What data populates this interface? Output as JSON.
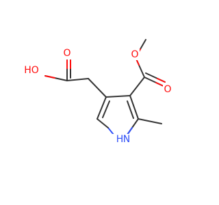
{
  "molecule": {
    "colors": {
      "bond": "#333333",
      "oxygen": "#ff0d0d",
      "nitrogen": "#3050f8",
      "background": "#ffffff"
    },
    "labels": {
      "o_carbonyl_acid": "O",
      "hydroxyl": "HO",
      "o_carbonyl_ester": "O",
      "o_ester": "O",
      "nh": "N",
      "nh_h": "H"
    }
  }
}
